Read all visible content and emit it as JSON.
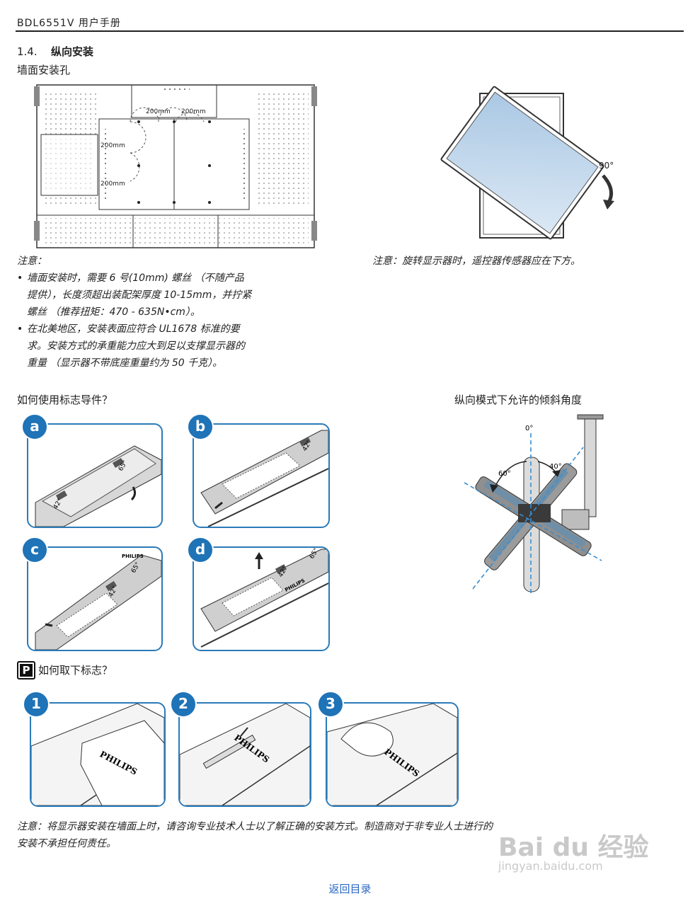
{
  "header": {
    "title": "BDL6551V 用户手册"
  },
  "section": {
    "number": "1.4.",
    "title": "纵向安装",
    "subtitle": "墙面安装孔"
  },
  "holes_figure": {
    "dim_h1": "200mm",
    "dim_h2": "200mm",
    "dim_v1": "200mm",
    "dim_v2": "200mm"
  },
  "rotation_figure": {
    "angle": "90°"
  },
  "notes": {
    "heading": "注意：",
    "bullet1_line1": "墙面安装时，需要 6 号(10mm) 螺丝 （不随产品",
    "bullet1_line2": "提供），长度须超出装配架厚度 10-15mm，并拧紧",
    "bullet1_line3": "螺丝 （推荐扭矩：470 - 635N•cm）。",
    "bullet2_line1": "在北美地区，安装表面应符合 UL1678 标准的要",
    "bullet2_line2": "求。安装方式的承重能力应大到足以支撑显示器的",
    "bullet2_line3": "重量 （显示器不带底座重量约为 50 千克）。",
    "rotate_note": "注意：旋转显示器时，遥控器传感器应在下方。"
  },
  "guide": {
    "heading": "如何使用标志导件？",
    "steps": [
      "a",
      "b",
      "c",
      "d"
    ],
    "label_42": "42\"",
    "label_65": "65\"",
    "brand": "PHILIPS"
  },
  "tilt": {
    "heading": "纵向模式下允许的倾斜角度",
    "angle_0": "0°",
    "angle_60": "60°",
    "angle_40": "40°"
  },
  "remove": {
    "icon_letter": "P",
    "heading": "如何取下标志？",
    "steps": [
      "1",
      "2",
      "3"
    ],
    "brand": "PHILIPS"
  },
  "footer_note": {
    "line1": "注意：将显示器安装在墙面上时，请咨询专业技术人士以了解正确的安装方式。制造商对于非专业人士进行的",
    "line2": "安装不承担任何责任。"
  },
  "link": {
    "label": "返回目录"
  },
  "watermark": {
    "brand": "Bai du 经验",
    "url": "jingyan.baidu.com"
  }
}
